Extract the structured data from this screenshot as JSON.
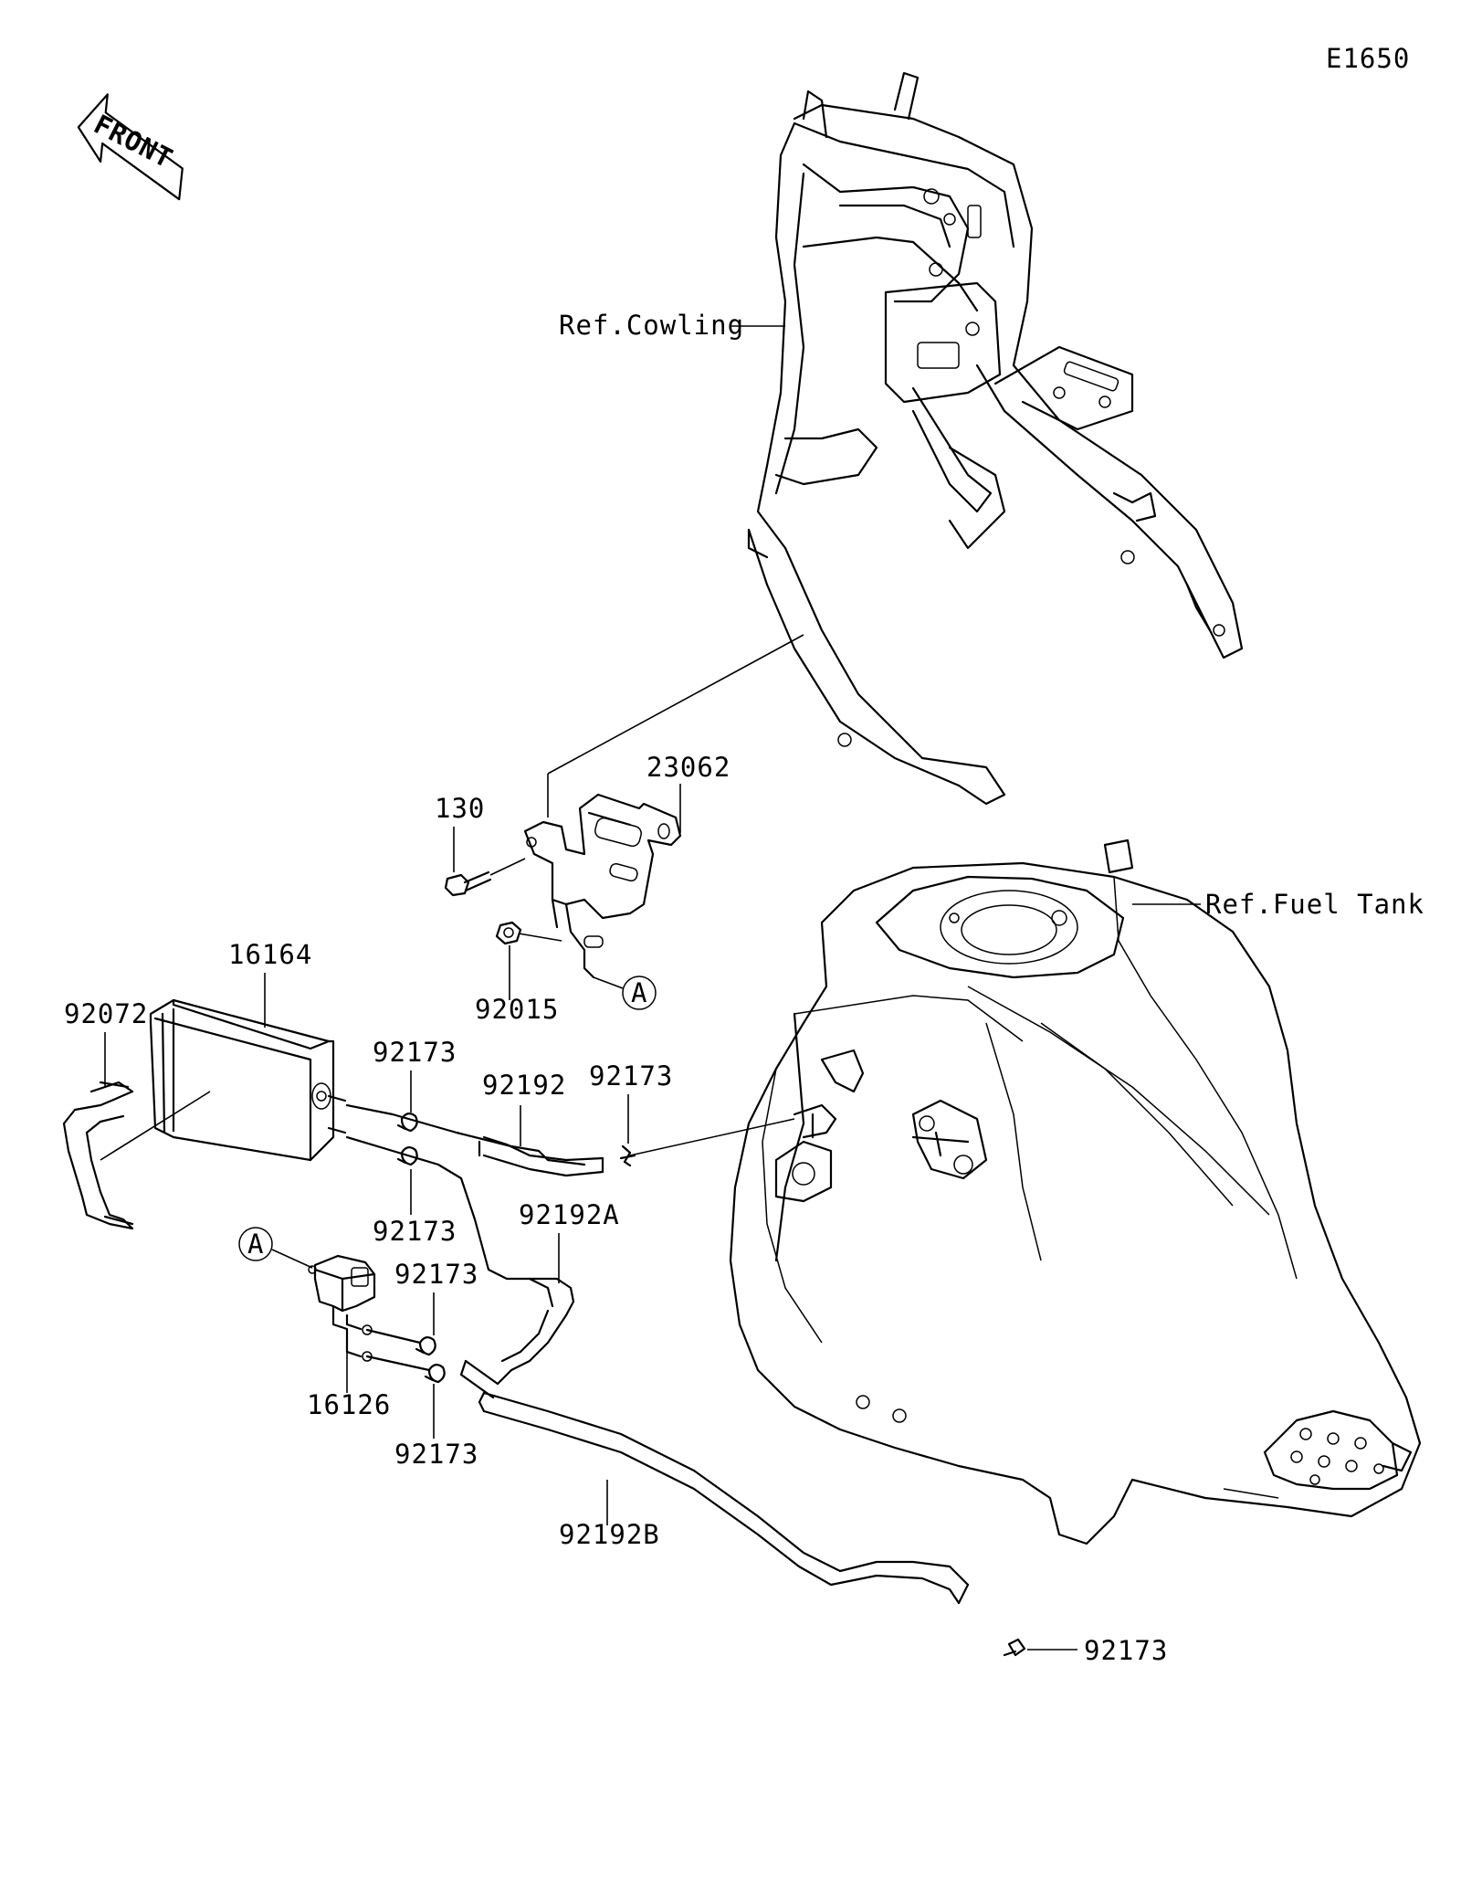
{
  "diagram_code": "E1650",
  "front_arrow_text": "FRONT",
  "labels": {
    "ref_cowling": "Ref.Cowling",
    "ref_fuel_tank": "Ref.Fuel Tank",
    "p23062": "23062",
    "p130": "130",
    "p92015": "92015",
    "p16164": "16164",
    "p92072": "92072",
    "p92173_a": "92173",
    "p92173_b": "92173",
    "p92173_c": "92173",
    "p92173_d": "92173",
    "p92173_e": "92173",
    "p92173_f": "92173",
    "p92192": "92192",
    "p92192A": "92192A",
    "p92192B": "92192B",
    "p16126": "16126",
    "callout_a1": "A",
    "callout_a2": "A"
  }
}
